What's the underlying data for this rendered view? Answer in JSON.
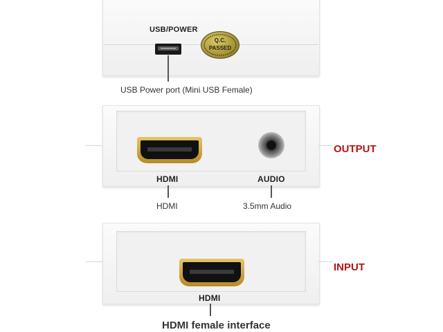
{
  "top_device": {
    "port_label": "USB/POWER",
    "qc_seal": "Q.C. PASSED",
    "callout": "USB Power port (Mini USB Female)"
  },
  "output_device": {
    "side_label": "OUTPUT",
    "hdmi_label": "HDMI",
    "audio_label": "AUDIO",
    "hdmi_callout": "HDMI",
    "audio_callout": "3.5mm Audio"
  },
  "input_device": {
    "side_label": "INPUT",
    "hdmi_label": "HDMI",
    "callout": "HDMI female interface"
  },
  "colors": {
    "accent_red": "#b01515",
    "gold": "#c89b2a",
    "seal_olive": "#8a7a2e"
  }
}
